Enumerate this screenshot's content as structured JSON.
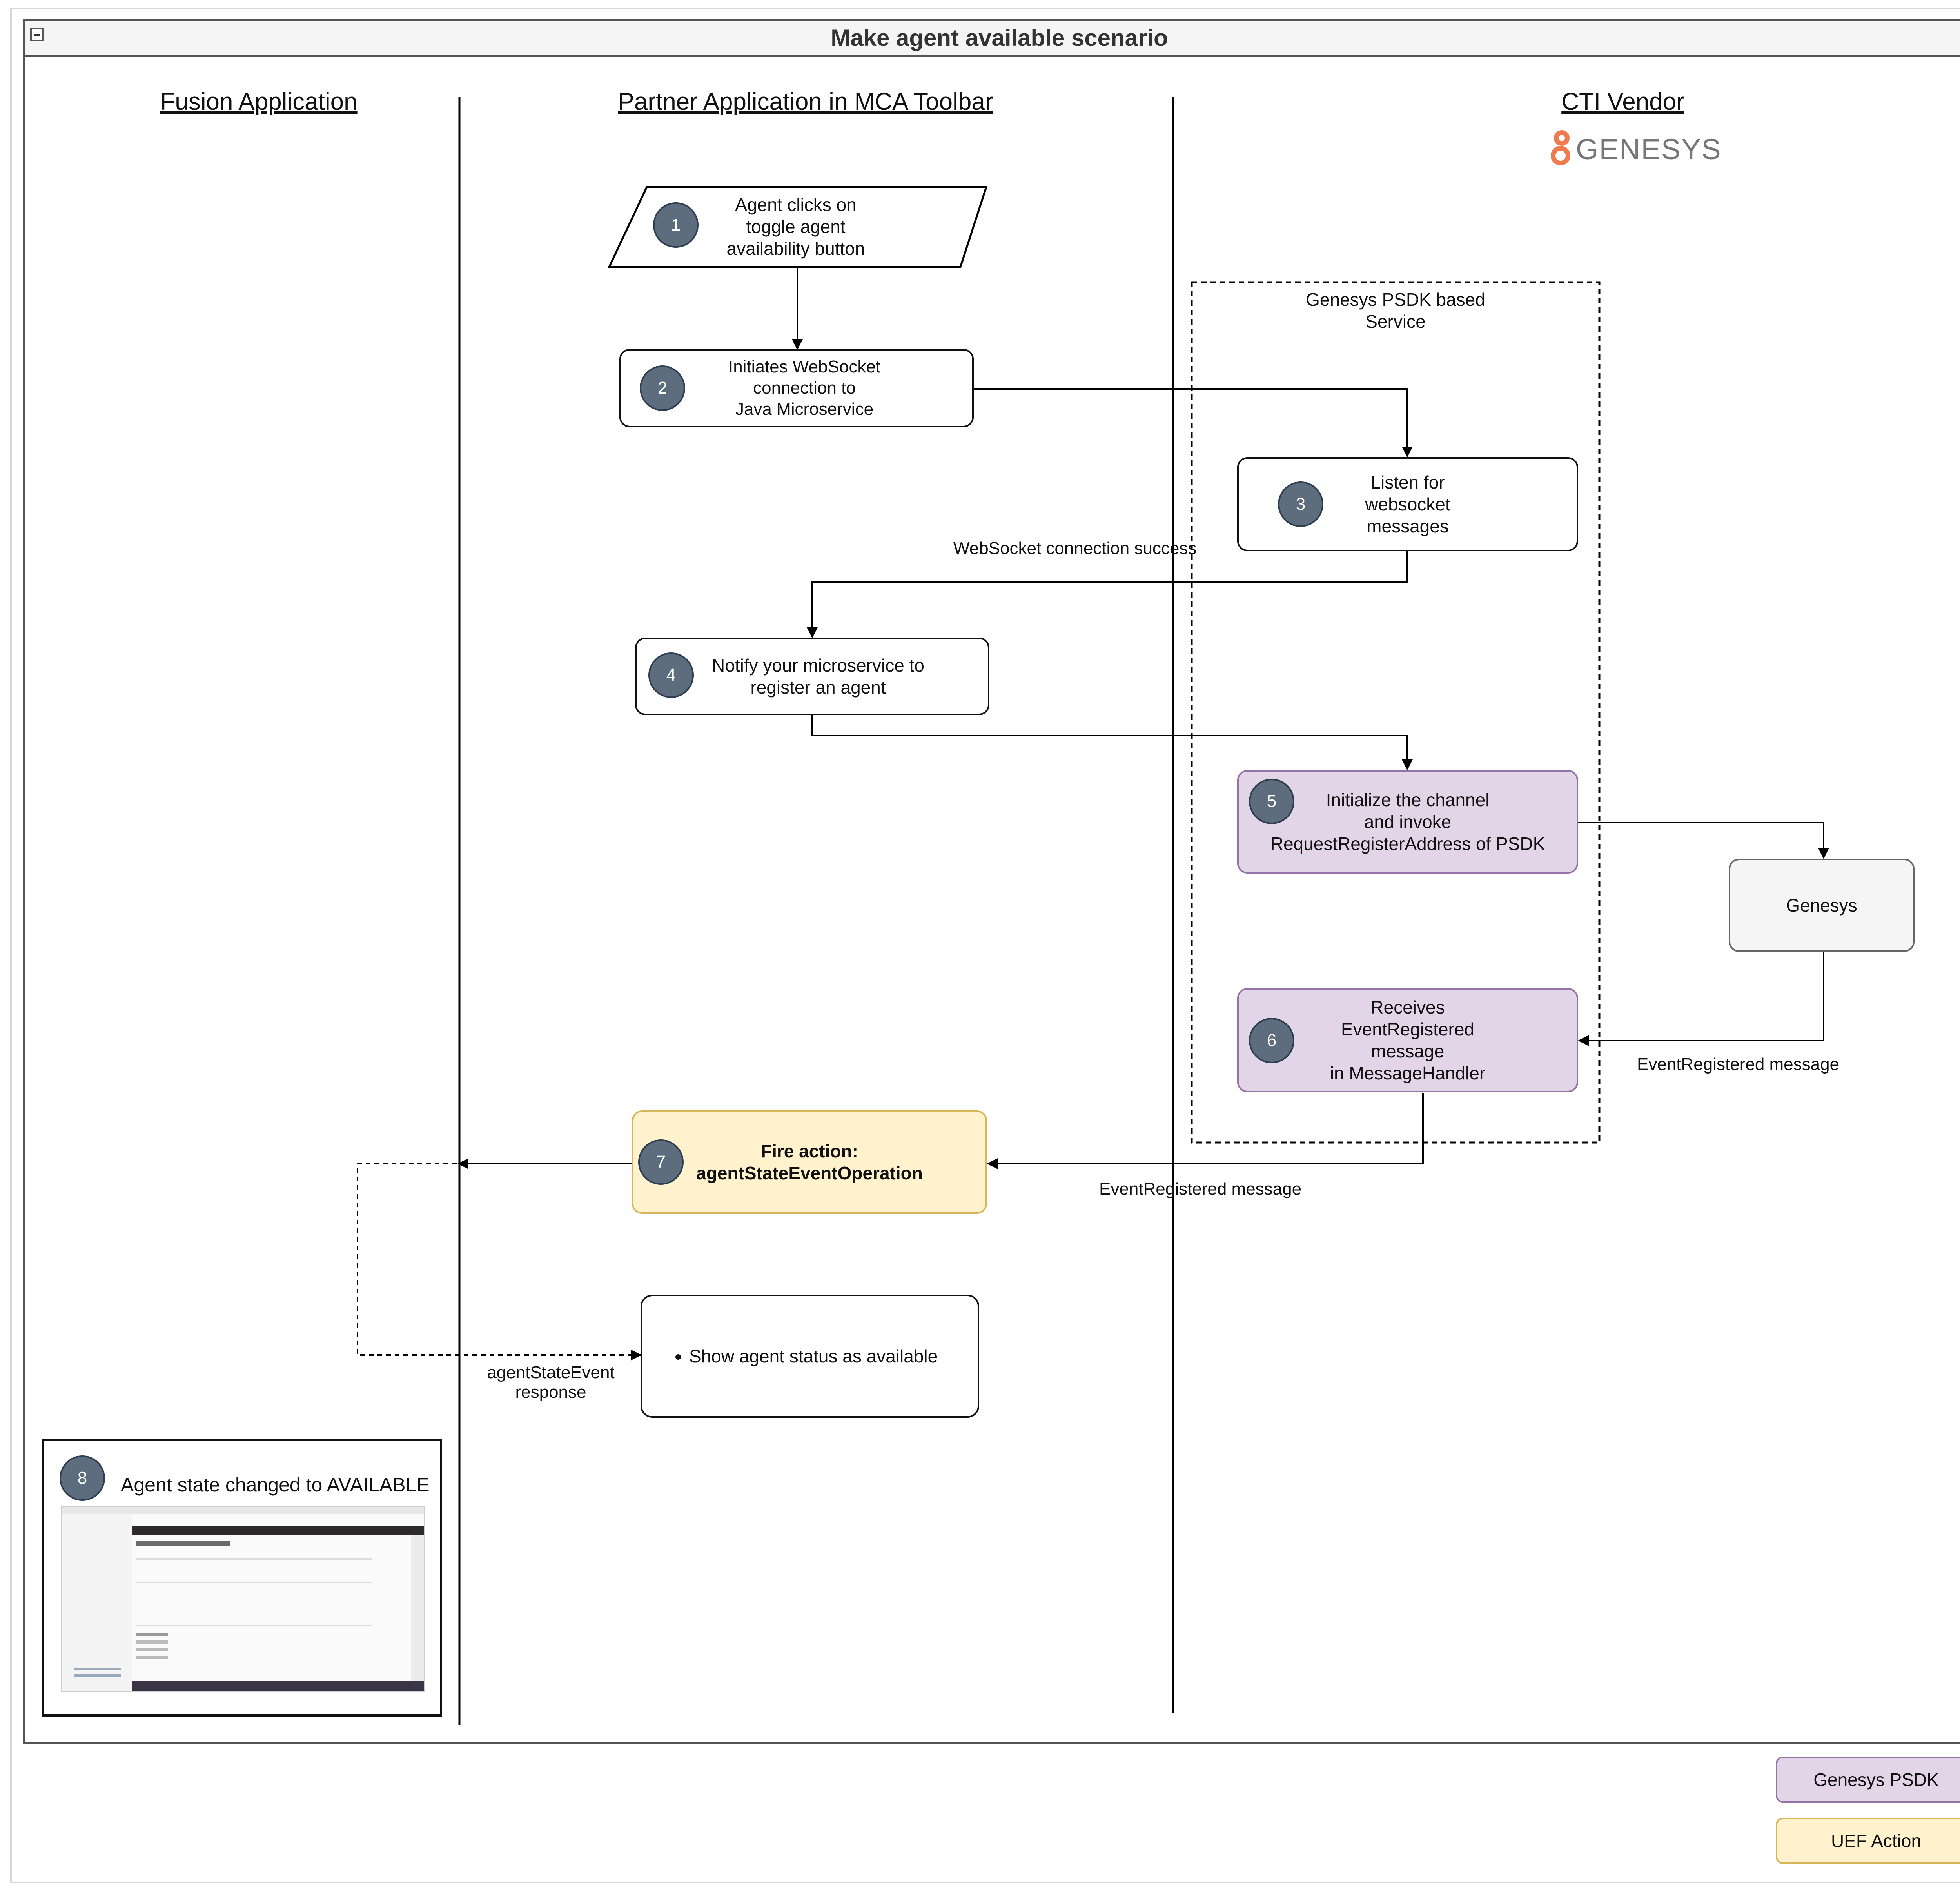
{
  "container": {
    "title": "Make agent available scenario"
  },
  "lanes": {
    "fusion": "Fusion Application",
    "partner": "Partner Application in MCA Toolbar",
    "cti": "CTI Vendor"
  },
  "logo": {
    "text": "GENESYS",
    "accent_color": "#f07b4f"
  },
  "group": {
    "label": "Genesys PSDK based\nService"
  },
  "steps": [
    {
      "number": "1",
      "text": "Agent clicks on\ntoggle agent\navailability button"
    },
    {
      "number": "2",
      "text": "Initiates WebSocket\nconnection to\nJava Microservice"
    },
    {
      "number": "3",
      "text": "Listen for\nwebsocket\nmessages"
    },
    {
      "number": "4",
      "text": "Notify your microservice to\nregister an agent"
    },
    {
      "number": "5",
      "text": "Initialize the channel\nand invoke\nRequestRegisterAddress of PSDK"
    },
    {
      "number": "6",
      "text": "Receives\nEventRegistered\nmessage\nin MessageHandler"
    },
    {
      "number": "7",
      "text": "Fire action:\nagentStateEventOperation"
    },
    {
      "number": "8",
      "text": "Agent state changed to AVAILABLE"
    }
  ],
  "genesys_node": "Genesys",
  "result_box": {
    "bullet": "Show agent status as available"
  },
  "edge_labels": {
    "ws_success": "WebSocket connection success",
    "event_registered_1": "EventRegistered message",
    "event_registered_2": "EventRegistered message",
    "agent_state_response": "agentStateEvent\nresponse"
  },
  "legend": [
    {
      "label": "Genesys PSDK",
      "fill": "#e1d5e7",
      "stroke": "#9673a6"
    },
    {
      "label": "UEF Action",
      "fill": "#fff2cc",
      "stroke": "#d6b656"
    }
  ],
  "colors": {
    "psdk": "#e1d5e7",
    "uef": "#fff2cc",
    "badge": "#5d6d7e"
  }
}
